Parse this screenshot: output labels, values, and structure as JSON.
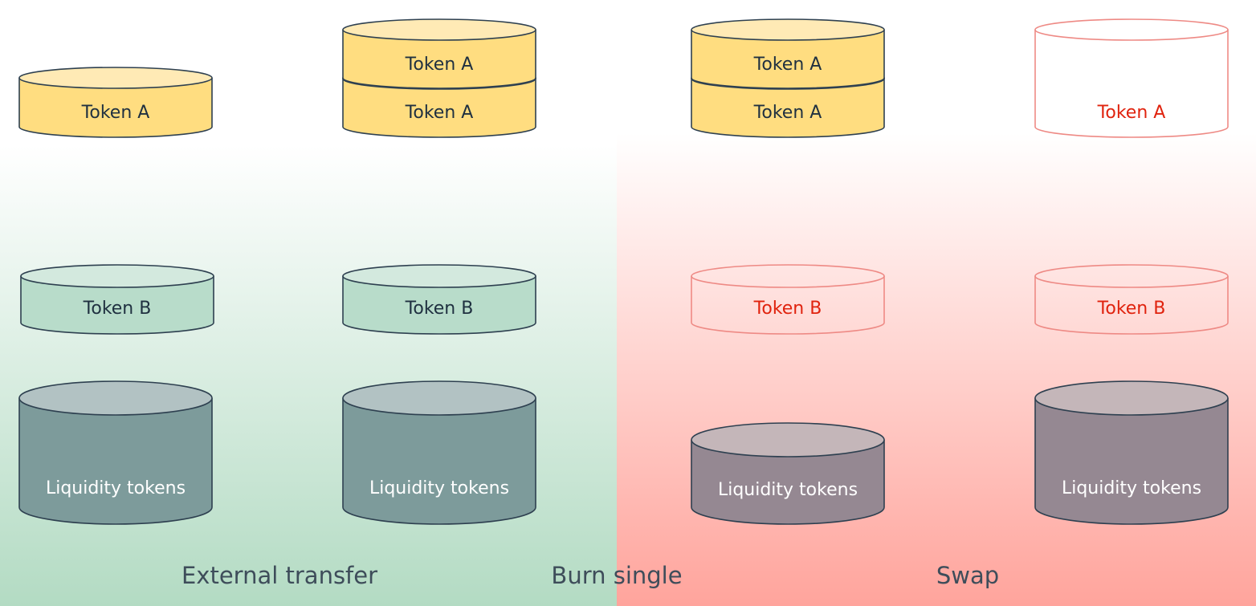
{
  "steps": [
    {
      "label": "External transfer"
    },
    {
      "label": "Burn single"
    },
    {
      "label": "Swap"
    }
  ],
  "columns": [
    {
      "token_a": {
        "labels": [
          "Token A"
        ],
        "style": "filled"
      },
      "token_b": {
        "label": "Token B",
        "style": "filled"
      },
      "liquidity": {
        "label": "Liquidity tokens",
        "style": "green"
      }
    },
    {
      "token_a": {
        "labels": [
          "Token A",
          "Token A"
        ],
        "style": "filled"
      },
      "token_b": {
        "label": "Token B",
        "style": "filled"
      },
      "liquidity": {
        "label": "Liquidity tokens",
        "style": "green"
      }
    },
    {
      "token_a": {
        "labels": [
          "Token A",
          "Token A"
        ],
        "style": "filled"
      },
      "token_b": {
        "label": "Token B",
        "style": "outline"
      },
      "liquidity": {
        "label": "Liquidity tokens",
        "style": "mauve"
      }
    },
    {
      "token_a": {
        "labels": [
          "Token A"
        ],
        "style": "outline"
      },
      "token_b": {
        "label": "Token B",
        "style": "outline"
      },
      "liquidity": {
        "label": "Liquidity tokens",
        "style": "mauve"
      }
    }
  ],
  "colors": {
    "token_a_fill": "#ffdd80",
    "token_a_top": "#ffeab5",
    "token_a_seam": "#fbc745",
    "token_b_fill": "#b8dcca",
    "token_b_top": "#d3e9de",
    "liq_green_fill": "#7d9b9b",
    "liq_green_top": "#b2c2c3",
    "liq_mauve_fill": "#958892",
    "liq_mauve_top": "#c4b6b9",
    "stroke": "#2e4050",
    "outline_stroke": "#ee8a85",
    "outline_text": "#e0230e",
    "dark_text": "#1f3040",
    "light_text": "#ffffff",
    "step_text": "#3e4d5a"
  }
}
